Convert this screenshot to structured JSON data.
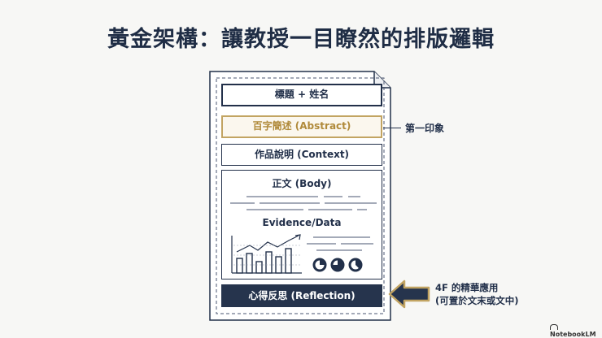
{
  "slide": {
    "title": "黃金架構：讓教授一目瞭然的排版邏輯"
  },
  "document": {
    "sections": {
      "title_name": "標題 + 姓名",
      "abstract": "百字簡述 (Abstract)",
      "context": "作品說明 (Context)",
      "body": "正文 (Body)",
      "evidence": "Evidence/Data",
      "reflection": "心得反思 (Reflection)"
    }
  },
  "callouts": {
    "first_impression": "第一印象",
    "application_line1": "4F 的精華應用",
    "application_line2": "(可置於文末或文中)"
  },
  "brand": {
    "label": "NotebookLM"
  },
  "colors": {
    "navy": "#22304a",
    "gold": "#c2a462",
    "reflection_bg": "#26344d"
  }
}
